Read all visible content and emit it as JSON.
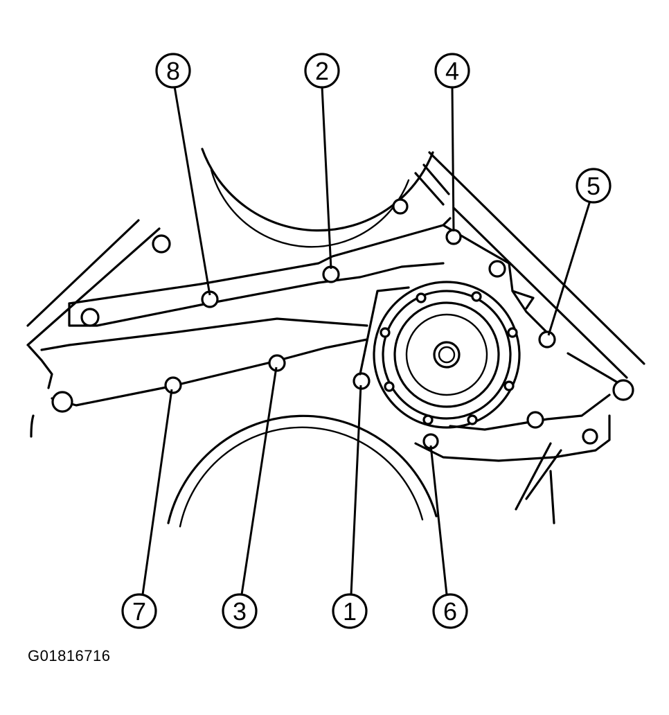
{
  "callouts": [
    {
      "id": "1",
      "label": "1"
    },
    {
      "id": "2",
      "label": "2"
    },
    {
      "id": "3",
      "label": "3"
    },
    {
      "id": "4",
      "label": "4"
    },
    {
      "id": "5",
      "label": "5"
    },
    {
      "id": "6",
      "label": "6"
    },
    {
      "id": "7",
      "label": "7"
    },
    {
      "id": "8",
      "label": "8"
    }
  ],
  "figure_id": "G01816716"
}
